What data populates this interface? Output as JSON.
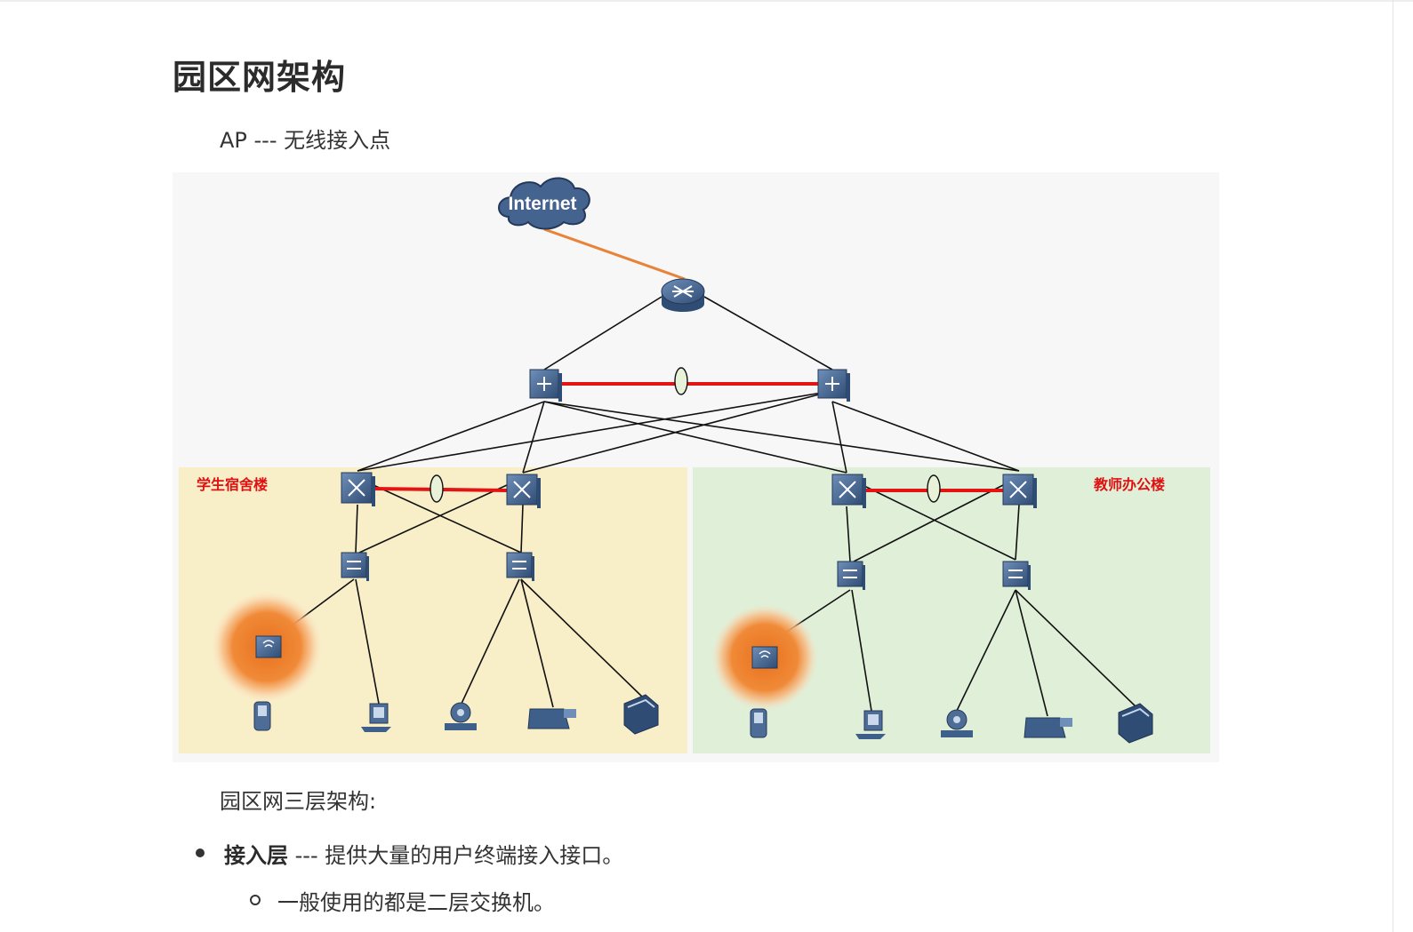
{
  "title": "园区网架构",
  "intro": "AP --- 无线接入点",
  "diagram": {
    "cloud_label": "Internet",
    "zone_left_label": "学生宿舍楼",
    "zone_right_label": "教师办公楼",
    "colors": {
      "zone_left": "#f8eec8",
      "zone_right": "#e0efd8",
      "uplink": "#e8843a",
      "bundle": "#e41414",
      "device": "#3e5f8a",
      "ap_glow": "#f07a20",
      "zone_text": "#e01010"
    }
  },
  "section_heading": "园区网三层架构:",
  "list": [
    {
      "term": "接入层",
      "text": " --- 提供大量的用户终端接入接口。",
      "sub": [
        "一般使用的都是二层交换机。"
      ]
    }
  ]
}
